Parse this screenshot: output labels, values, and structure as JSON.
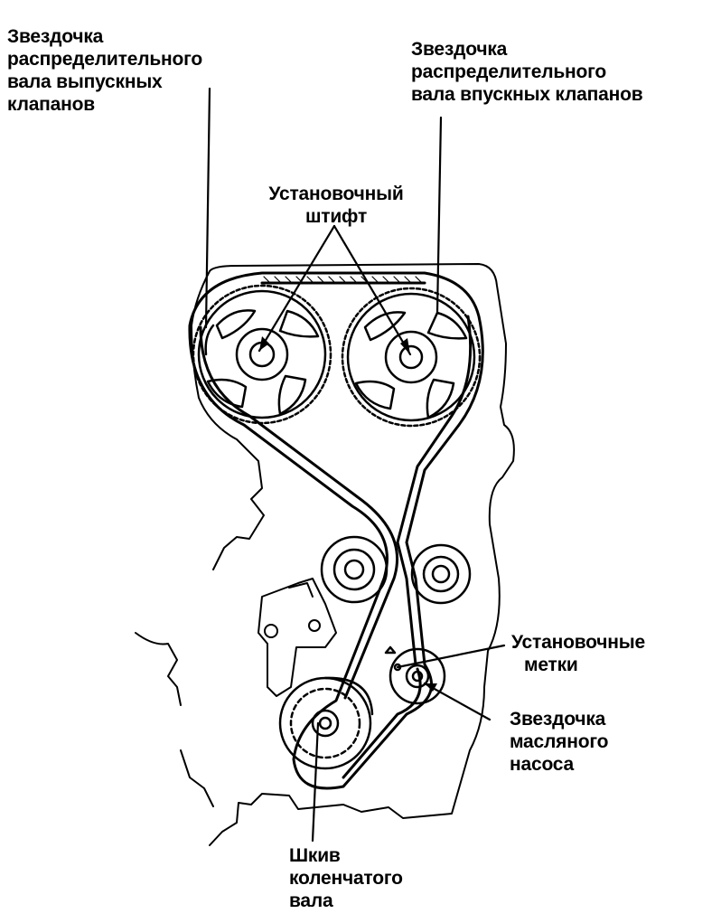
{
  "labels": {
    "exhaust_sprocket": [
      "Звездочка",
      "распределительного",
      "вала выпускных",
      "клапанов"
    ],
    "intake_sprocket": [
      "Звездочка",
      "распределительного",
      "вала впускных клапанов"
    ],
    "locating_pin": [
      "Установочный",
      "штифт"
    ],
    "timing_marks": [
      "Установочные",
      "метки"
    ],
    "oil_pump_sprocket": [
      "Звездочка",
      "масляного",
      "насоса"
    ],
    "crankshaft_pulley": [
      "Шкив",
      "коленчатого",
      "вала"
    ]
  },
  "colors": {
    "ink": "#000000",
    "paper": "#ffffff"
  }
}
